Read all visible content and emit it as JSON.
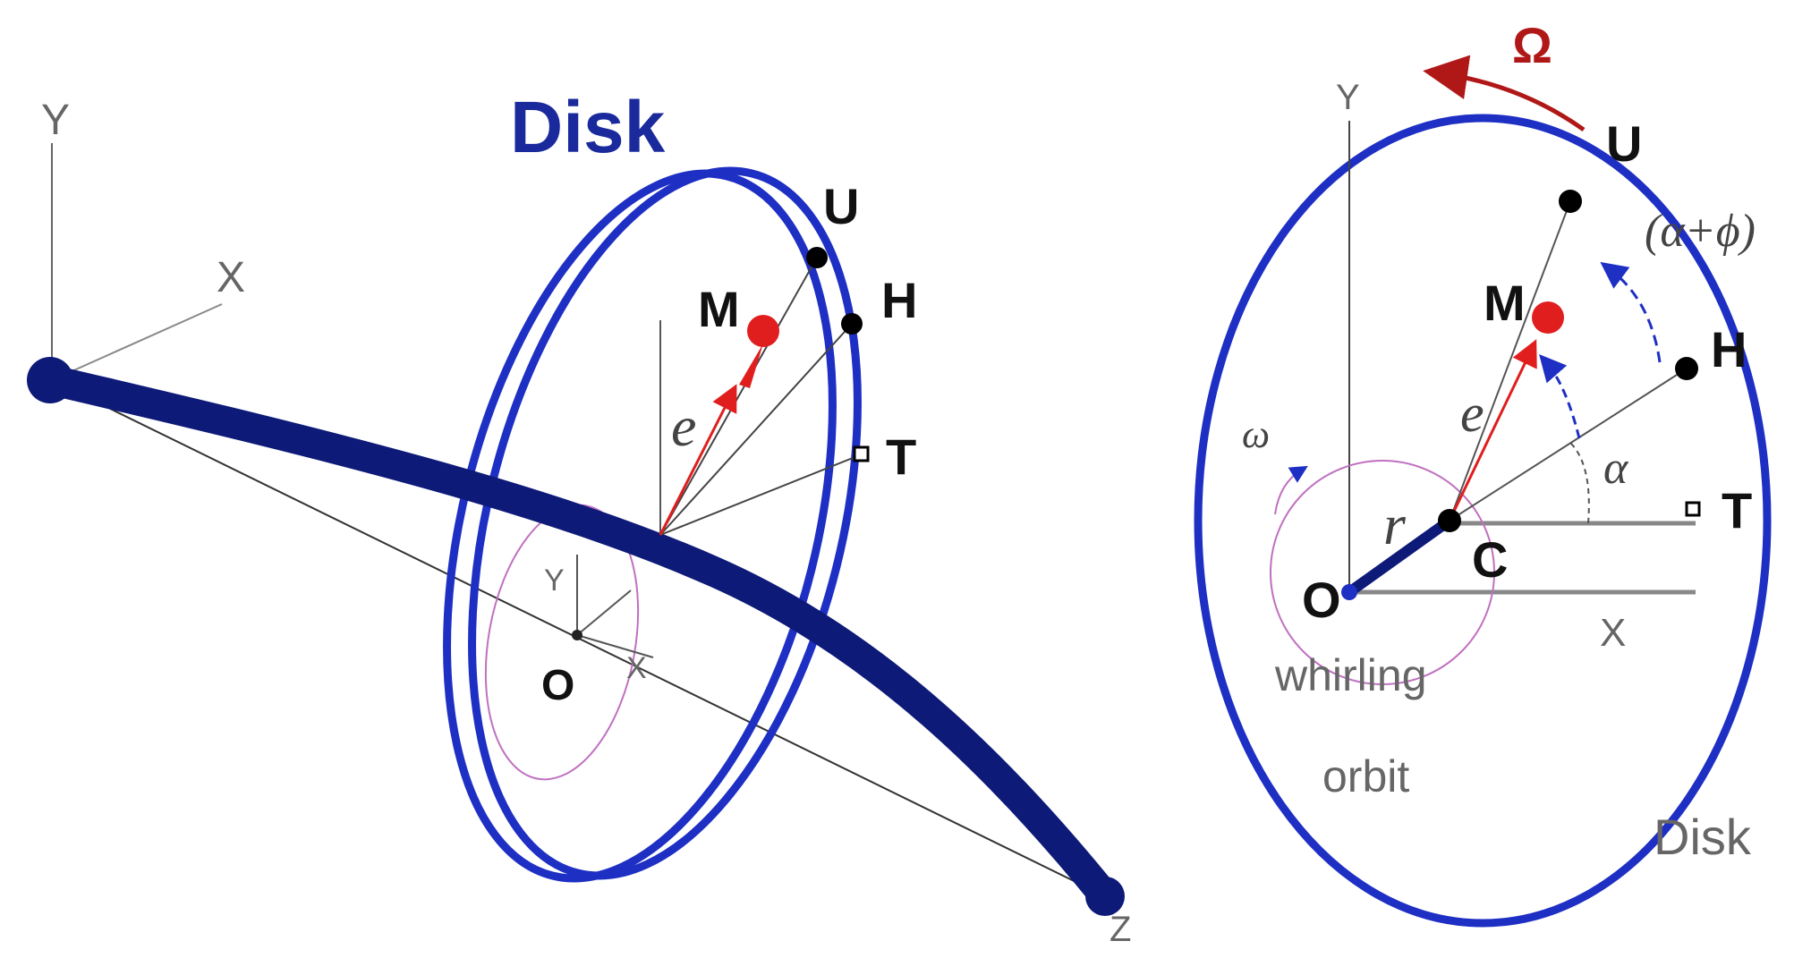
{
  "left_view": {
    "title": "Disk",
    "axis_y": "Y",
    "axis_x": "X",
    "axis_z": "Z",
    "point_u": "U",
    "point_h": "H",
    "point_t": "T",
    "point_m": "M",
    "label_e": "e",
    "inner_y": "Y",
    "inner_x": "X",
    "origin": "O"
  },
  "right_view": {
    "axis_y": "Y",
    "axis_x": "X",
    "omega_big": "Ω",
    "point_u": "U",
    "angle_phase": "(α+ϕ)",
    "point_m": "M",
    "point_h": "H",
    "label_e": "e",
    "label_alpha": "α",
    "omega_small": "ω",
    "label_r": "r",
    "point_c": "C",
    "point_t": "T",
    "origin": "O",
    "orbit_label_1": "whirling",
    "orbit_label_2": "orbit",
    "disk_label": "Disk"
  },
  "colors": {
    "disk_blue": "#1e2fc4",
    "shaft_navy": "#0d1a78",
    "mass_red": "#e01e1e",
    "orbit_magenta": "#c070c0"
  }
}
